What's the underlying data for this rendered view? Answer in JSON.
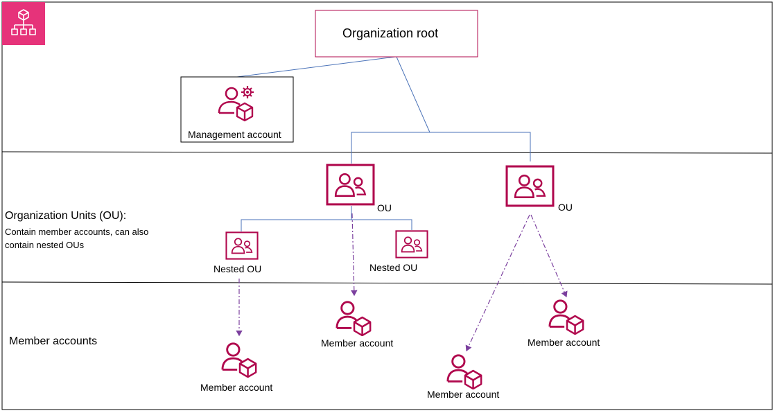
{
  "root": {
    "label": "Organization root"
  },
  "management": {
    "label": "Management account"
  },
  "ous": [
    {
      "label": "OU"
    },
    {
      "label": "OU"
    }
  ],
  "nested_ous": [
    {
      "label": "Nested OU"
    },
    {
      "label": "Nested OU"
    }
  ],
  "members": [
    {
      "label": "Member account"
    },
    {
      "label": "Member account"
    },
    {
      "label": "Member account"
    },
    {
      "label": "Member account"
    }
  ],
  "bands": {
    "ou_title": "Organization Units (OU):",
    "ou_desc_line1": "Contain member accounts, can also",
    "ou_desc_line2": "contain nested OUs",
    "members_title": "Member accounts"
  },
  "colors": {
    "accent": "#B0084D",
    "connector": "#4A72B8",
    "dashed": "#7B3F9E",
    "border": "#000000"
  },
  "icons": {
    "logo": "organizations-icon",
    "management": "management-account-icon",
    "ou": "organizational-unit-icon",
    "member": "member-account-icon"
  }
}
